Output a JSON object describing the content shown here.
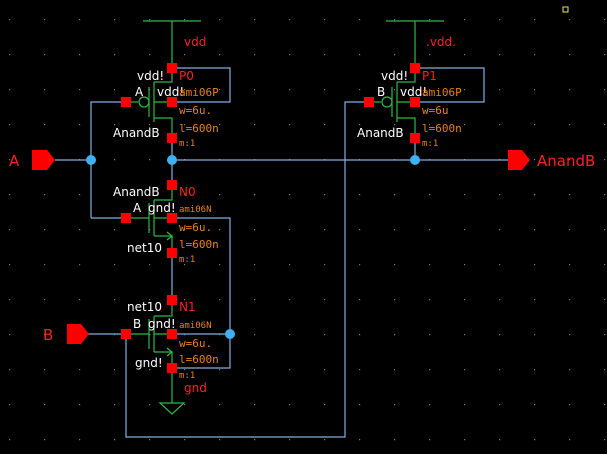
{
  "colors": {
    "background": "#000000",
    "wire": "#7fb0e0",
    "device": "#2eb84a",
    "pin": "#ff0000",
    "instance_label": "#ff2020",
    "param": "#e8821e",
    "net_label": "#ffffff",
    "junction": "#3fb1f0"
  },
  "ports": {
    "input_a": "A",
    "input_b": "B",
    "output": "AnandB"
  },
  "supplies": {
    "vdd_top_left": "vdd",
    "vdd_top_right": ".vdd.",
    "gnd": "gnd"
  },
  "transistors": [
    {
      "id": "P0",
      "model": "ami06P",
      "w": "w=6u.",
      "l": "l=600n",
      "m": "m:1",
      "gate": "A",
      "bulk": "vdd!",
      "source": "vdd!",
      "drain": "AnandB"
    },
    {
      "id": "P1",
      "model": "ami06P",
      "w": "w=6u",
      "l": "l=600n",
      "m": "m:1",
      "gate": "B",
      "bulk": "vdd!",
      "source": "vdd!",
      "drain": "AnandB"
    },
    {
      "id": "N0",
      "model": "ami06N",
      "w": "w=6u.",
      "l": "l=600n",
      "m": "m:1",
      "gate": "A",
      "bulk": "gnd!",
      "drain": "AnandB",
      "source": "net10"
    },
    {
      "id": "N1",
      "model": "ami06N",
      "w": "w=6u.",
      "l": "l=600n",
      "m": "m:1",
      "gate": "B",
      "bulk": "gnd!",
      "drain": "net10",
      "source": "gnd!"
    }
  ]
}
